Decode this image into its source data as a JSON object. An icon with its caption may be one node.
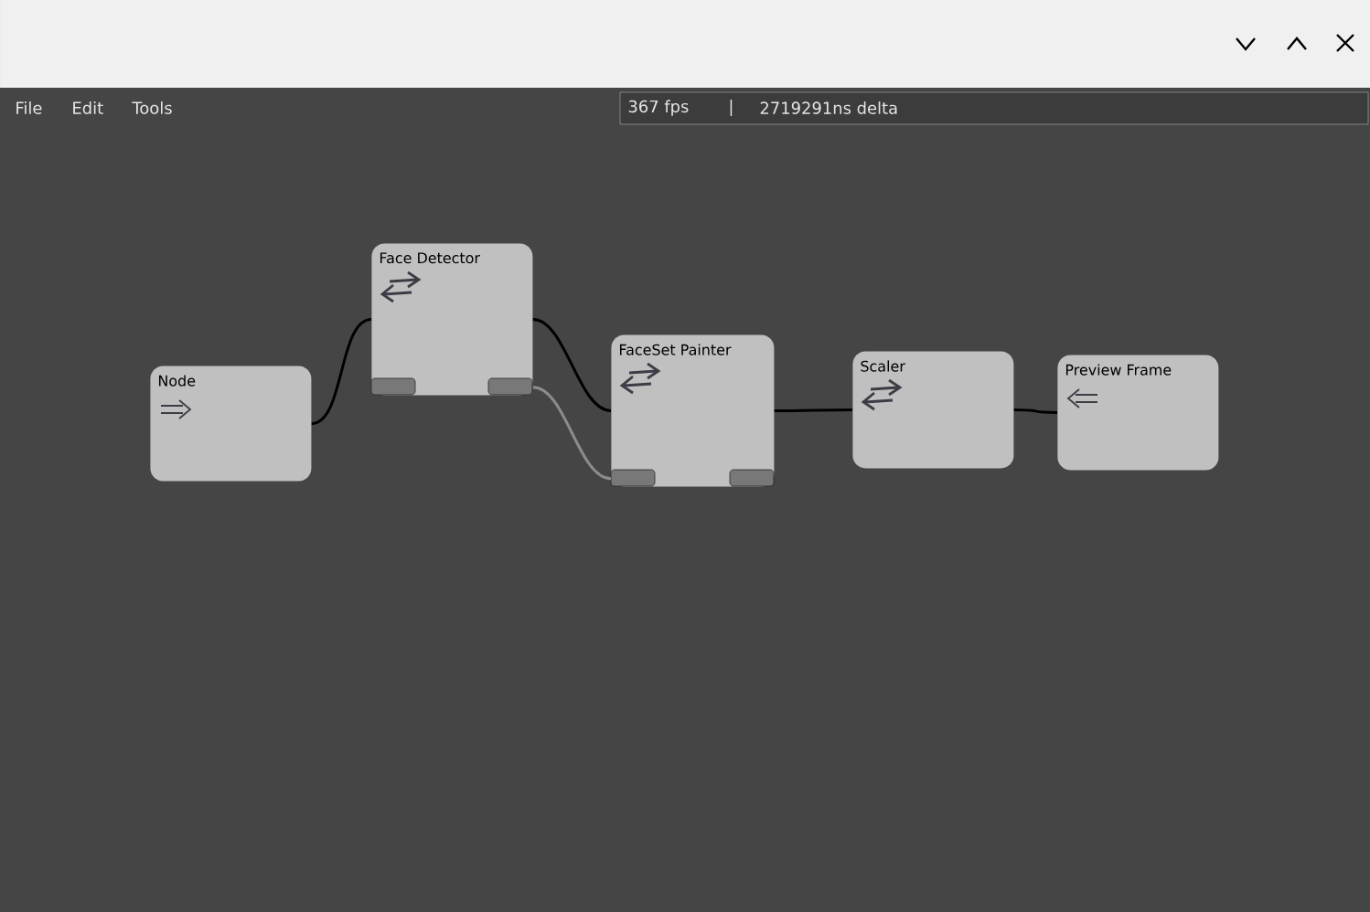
{
  "diagram": {
    "nodes": [
      {
        "text": [
          "Node"
        ]
      },
      {
        "text": [
          "Face Detector"
        ]
      },
      {
        "text": [
          "FaceSet Painter"
        ]
      },
      {
        "text": [
          "Scaler"
        ]
      },
      {
        "text": [
          "Preview Frame"
        ]
      }
    ],
    "edges": [
      {
        "from": 0,
        "to": 1,
        "arrow": "none"
      },
      {
        "from": 1,
        "to": 2,
        "arrow": "none"
      },
      {
        "from": 1,
        "to": 2,
        "arrow": "none",
        "color": "#8c8c8c"
      },
      {
        "from": 2,
        "to": 3,
        "arrow": "none"
      },
      {
        "from": 3,
        "to": 4,
        "arrow": "none"
      }
    ],
    "labels": [
      "File",
      "Edit",
      "Tools",
      "367 fps",
      "|",
      "2719291ns delta"
    ]
  }
}
